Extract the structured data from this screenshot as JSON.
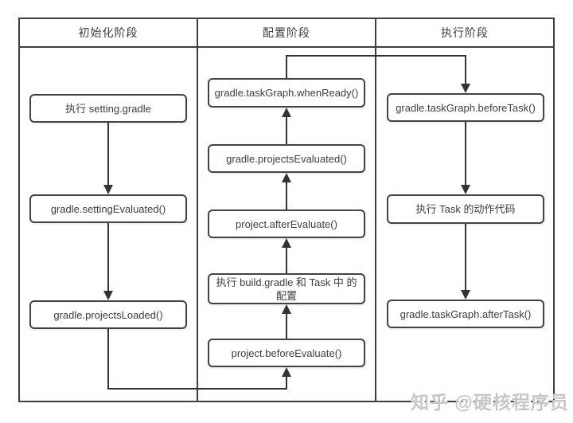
{
  "diagram": {
    "columns": [
      {
        "header": "初始化阶段",
        "nodes": [
          {
            "label": "执行 setting.gradle"
          },
          {
            "label": "gradle.settingEvaluated()"
          },
          {
            "label": "gradle.projectsLoaded()"
          }
        ]
      },
      {
        "header": "配置阶段",
        "nodes": [
          {
            "label": "gradle.taskGraph.whenReady()"
          },
          {
            "label": "gradle.projectsEvaluated()"
          },
          {
            "label": "project.afterEvaluate()"
          },
          {
            "label": "执行 build.gradle 和 Task 中 的配置"
          },
          {
            "label": "project.beforeEvaluate()"
          }
        ]
      },
      {
        "header": "执行阶段",
        "nodes": [
          {
            "label": "gradle.taskGraph.beforeTask()"
          },
          {
            "label": "执行 Task 的动作代码"
          },
          {
            "label": "gradle.taskGraph.afterTask()"
          }
        ]
      }
    ],
    "colors": {
      "line": "#3f3f3f",
      "text": "#3d3d3d",
      "box_border": "#434343",
      "background": "#ffffff",
      "watermark": "#c7c7c7"
    }
  },
  "watermark": {
    "text": "知乎 @硬核程序员"
  }
}
